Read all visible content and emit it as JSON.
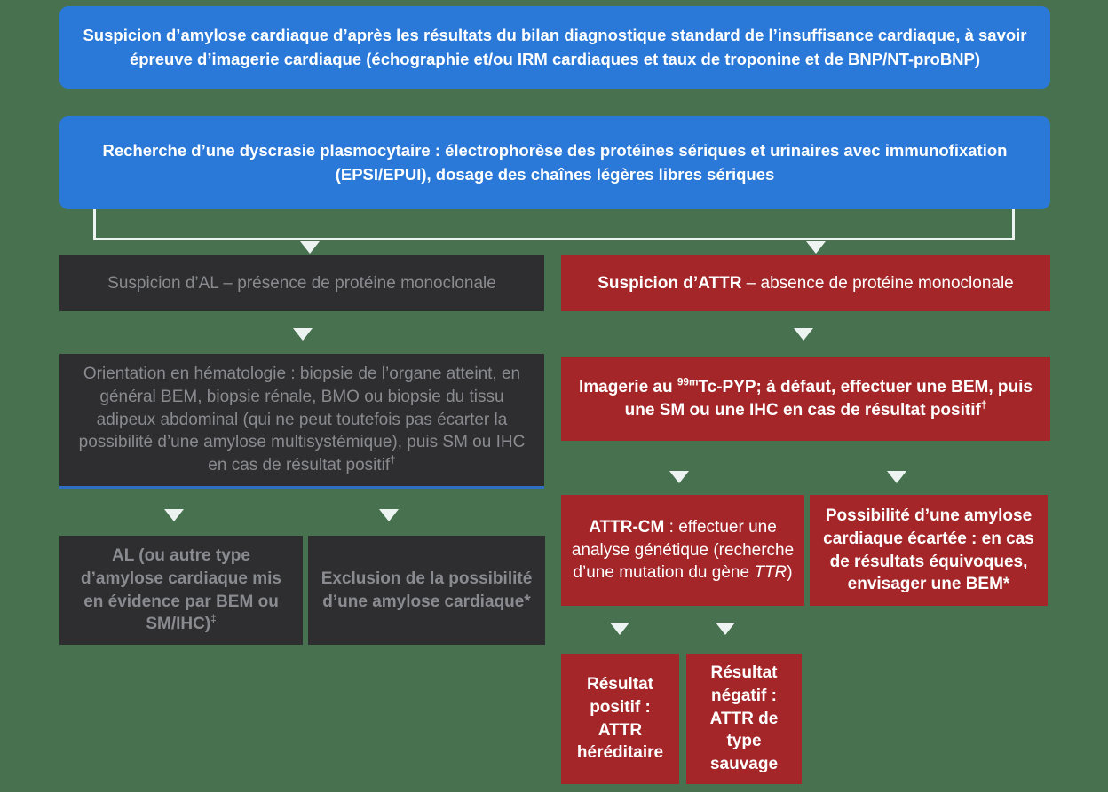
{
  "colors": {
    "background": "#487150",
    "blue": "#2a79d8",
    "red": "#a52629",
    "dark": "#2e2e30",
    "gray_text": "#8a8b90",
    "line": "#edf3f1",
    "underline_blue": "#2e6fc4",
    "white": "#ffffff"
  },
  "flow": {
    "top": {
      "suspicion_standard": "Suspicion d’amylose cardiaque d’après les résultats du bilan diagnostique standard de l’insuffisance cardiaque, à savoir épreuve d’imagerie cardiaque (échographie et/ou IRM cardiaques et taux de troponine et de BNP/NT-proBNP)",
      "dyscrasia_search": "Recherche d’une dyscrasie plasmocytaire : électrophorèse des protéines sériques et urinaires avec immunofixation (EPSI/EPUI), dosage des chaînes légères libres sériques"
    },
    "al_branch": {
      "header": "Suspicion d’AL – présence de protéine monoclonale",
      "hematology": {
        "text": "Orientation en hématologie : biopsie de l’organe atteint, en général BEM, biopsie rénale, BMO ou biopsie du tissu adipeux abdominal (qui ne peut toutefois pas écarter la possibilité d’une amylose multisystémique), puis SM ou IHC en cas de résultat positif",
        "footnote_mark": "†"
      },
      "al_result": {
        "text": "AL (ou autre type d’amylose cardiaque mis en évidence par BEM ou SM/IHC)",
        "footnote_mark": "‡"
      },
      "exclusion": "Exclusion de la possibilité d’une amylose cardiaque*"
    },
    "attr_branch": {
      "header": {
        "bold": "Suspicion d’ATTR",
        "rest": " – absence de protéine monoclonale"
      },
      "imaging": {
        "prefix": "Imagerie au ",
        "isotope_sup": "99m",
        "rest": "Tc-PYP; à défaut, effectuer une BEM, puis une SM ou une IHC en cas de résultat positif",
        "footnote_mark": "†"
      },
      "attr_cm": {
        "bold": "ATTR-CM",
        "mid": " : effectuer une analyse génétique (recherche d’une mutation du gène ",
        "gene_italic": "TTR",
        "suffix": ")"
      },
      "possibility": "Possibilité d’une amylose cardiaque écartée : en cas de résultats équivoques, envisager une BEM*",
      "positive": "Résultat positif : ATTR héréditaire",
      "negative": "Résultat négatif : ATTR de type sauvage"
    }
  }
}
